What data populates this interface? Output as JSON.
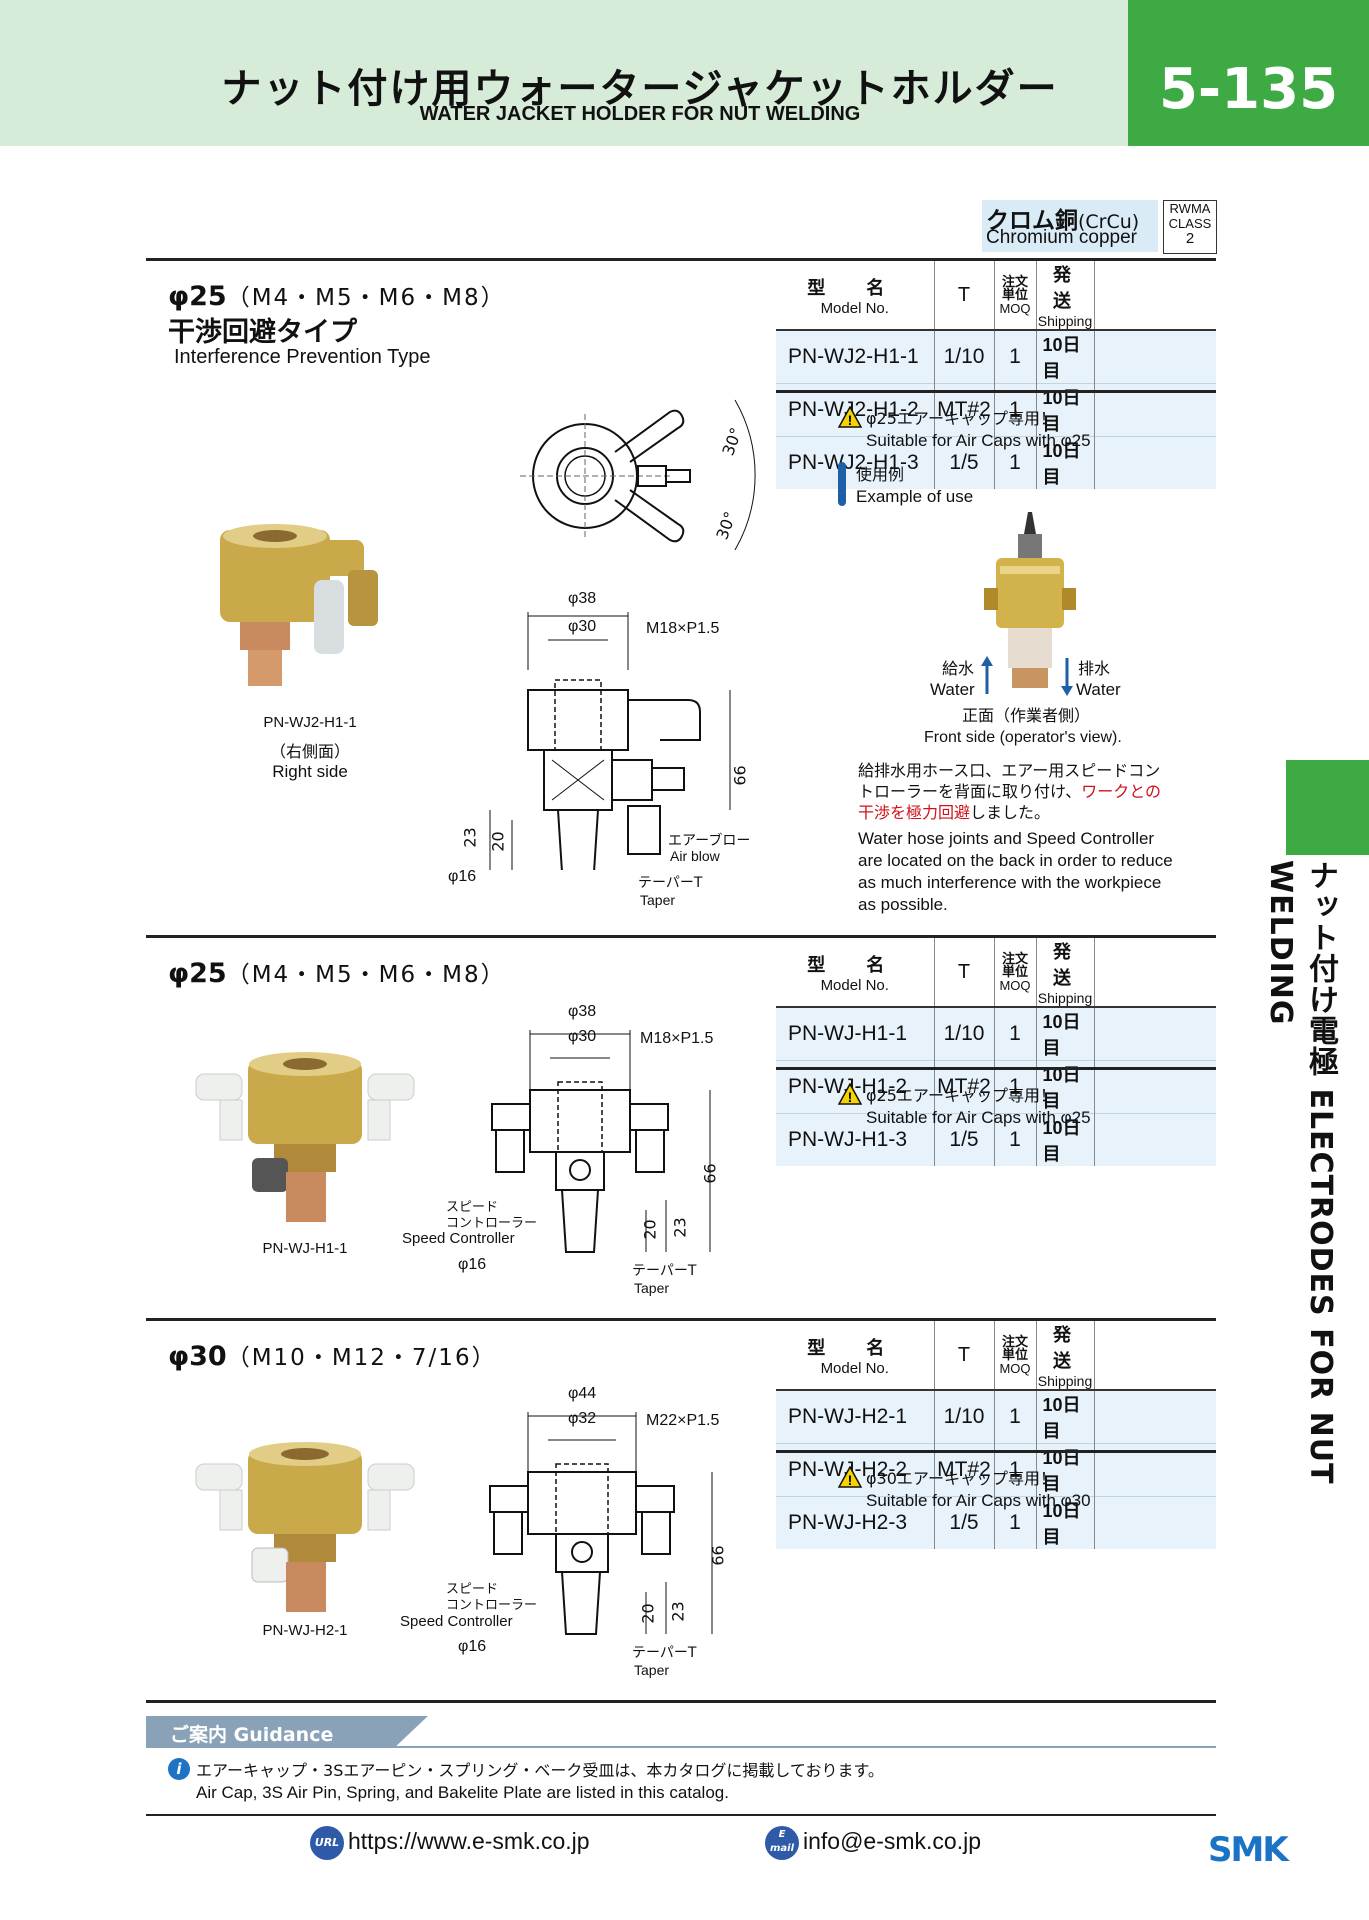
{
  "header": {
    "title_jp": "ナット付け用ウォータージャケットホルダー",
    "title_en": "WATER JACKET HOLDER FOR NUT WELDING",
    "page_number": "5-135"
  },
  "side_tab": {
    "text": "ナット付け電極 ELECTRODES FOR NUT WELDING"
  },
  "material": {
    "name_jp": "クロム銅",
    "formula": "(CrCu)",
    "name_en": "Chromium copper",
    "rwma_line1": "RWMA",
    "rwma_line2": "CLASS",
    "rwma_class": "2"
  },
  "table_headers": {
    "model_jp": "型 名",
    "model_en": "Model No.",
    "t": "T",
    "moq_jp": "注文単位",
    "moq_en": "MOQ",
    "ship_jp": "発 送",
    "ship_en": "Shipping"
  },
  "sections": [
    {
      "phi": "φ25",
      "threads": "（M4・M5・M6・M8）",
      "type_jp": "干渉回避タイプ",
      "type_en": "Interference Prevention Type",
      "rows": [
        {
          "model": "PN-WJ2-H1-1",
          "t": "1/10",
          "moq": "1",
          "ship": "10日目"
        },
        {
          "model": "PN-WJ2-H1-2",
          "t": "MT#2",
          "moq": "1",
          "ship": "10日目"
        },
        {
          "model": "PN-WJ2-H1-3",
          "t": "1/5",
          "moq": "1",
          "ship": "10日目"
        }
      ],
      "warn_jp": "φ25エアーキャップ専用！",
      "warn_en": "Suitable for Air Caps with φ25",
      "photo_caption_model": "PN-WJ2-H1-1",
      "photo_caption_jp": "（右側面）",
      "photo_caption_en": "Right side",
      "example_jp": "使用例",
      "example_en": "Example of use",
      "water_in_jp": "給水",
      "water_in_en": "Water",
      "water_out_jp": "排水",
      "water_out_en": "Water",
      "front_jp": "正面（作業者側）",
      "front_en": "Front side (operator's view).",
      "desc_jp_1": "給排水用ホース口、エアー用スピードコン",
      "desc_jp_2": "トローラーを背面に取り付け、",
      "desc_jp_2_red": "ワークとの",
      "desc_jp_3_red": "干渉を極力回避",
      "desc_jp_3": "しました。",
      "desc_en_1": "Water hose joints and Speed Controller",
      "desc_en_2": "are located on the back in order to reduce",
      "desc_en_3": "as much interference with the workpiece",
      "desc_en_4": "as possible.",
      "dims": {
        "angle_top": "30°",
        "angle_bottom": "30°",
        "phi38": "φ38",
        "phi30": "φ30",
        "thread": "M18×P1.5",
        "h66": "66",
        "h23": "23",
        "h20": "20",
        "phi16": "φ16",
        "airblow_jp": "エアーブロー",
        "airblow_en": "Air blow",
        "taper_jp": "テーパーT",
        "taper_en": "Taper"
      }
    },
    {
      "phi": "φ25",
      "threads": "（M4・M5・M6・M8）",
      "rows": [
        {
          "model": "PN-WJ-H1-1",
          "t": "1/10",
          "moq": "1",
          "ship": "10日目"
        },
        {
          "model": "PN-WJ-H1-2",
          "t": "MT#2",
          "moq": "1",
          "ship": "10日目"
        },
        {
          "model": "PN-WJ-H1-3",
          "t": "1/5",
          "moq": "1",
          "ship": "10日目"
        }
      ],
      "warn_jp": "φ25エアーキャップ専用！",
      "warn_en": "Suitable for Air Caps with φ25",
      "photo_caption_model": "PN-WJ-H1-1",
      "dims": {
        "phi38": "φ38",
        "phi30": "φ30",
        "thread": "M18×P1.5",
        "h66": "66",
        "h20": "20",
        "h23": "23",
        "phi16": "φ16",
        "sc_jp_1": "スピード",
        "sc_jp_2": "コントローラー",
        "sc_en": "Speed Controller",
        "taper_jp": "テーパーT",
        "taper_en": "Taper"
      }
    },
    {
      "phi": "φ30",
      "threads": "（M10・M12・7/16）",
      "rows": [
        {
          "model": "PN-WJ-H2-1",
          "t": "1/10",
          "moq": "1",
          "ship": "10日目"
        },
        {
          "model": "PN-WJ-H2-2",
          "t": "MT#2",
          "moq": "1",
          "ship": "10日目"
        },
        {
          "model": "PN-WJ-H2-3",
          "t": "1/5",
          "moq": "1",
          "ship": "10日目"
        }
      ],
      "warn_jp": "φ30エアーキャップ専用！",
      "warn_en": "Suitable for Air Caps with φ30",
      "photo_caption_model": "PN-WJ-H2-1",
      "dims": {
        "phi44": "φ44",
        "phi32": "φ32",
        "thread": "M22×P1.5",
        "h66": "66",
        "h20": "20",
        "h23": "23",
        "phi16": "φ16",
        "sc_jp_1": "スピード",
        "sc_jp_2": "コントローラー",
        "sc_en": "Speed Controller",
        "taper_jp": "テーパーT",
        "taper_en": "Taper"
      }
    }
  ],
  "guidance": {
    "title": "ご案内 Guidance",
    "line_jp": "エアーキャップ・3Sエアーピン・スプリング・ベーク受皿は、本カタログに掲載しております。",
    "line_en": "Air Cap, 3S Air Pin, Spring, and Bakelite Plate are listed in this catalog.",
    "info_icon": "info-icon"
  },
  "footer": {
    "url_icon_text": "URL",
    "url": "https://www.e-smk.co.jp",
    "mail_icon_text": "E mail",
    "email": "info@e-smk.co.jp",
    "logo_text": "SMK"
  },
  "colors": {
    "header_bg": "#d6ecd9",
    "accent_green": "#3eaa44",
    "table_row_bg": "#e7f2fa",
    "red_text": "#d0101a",
    "guidance_band": "#8aa2b8"
  }
}
